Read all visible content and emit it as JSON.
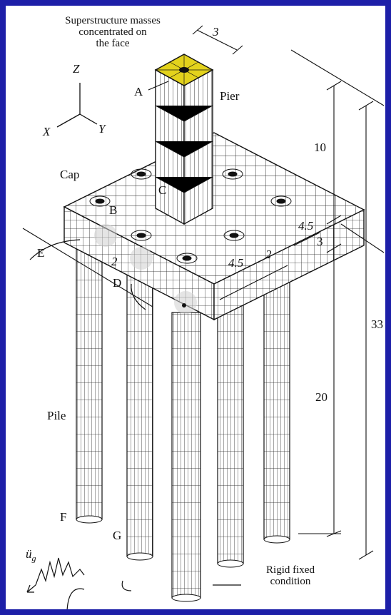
{
  "annotations": {
    "super_line1": "Superstructure masses",
    "super_line2": "concentrated on",
    "super_line3": "the face",
    "pier": "Pier",
    "cap": "Cap",
    "pile": "Pile",
    "rigid_line1": "Rigid fixed",
    "rigid_line2": "condition",
    "ground_motion_symbol": "ü",
    "ground_motion_subscript": "g"
  },
  "axes": {
    "z": "Z",
    "x": "X",
    "y": "Y"
  },
  "points": [
    "A",
    "B",
    "C",
    "D",
    "E",
    "F",
    "G"
  ],
  "dimensions": {
    "pier_width": "3",
    "pier_height": "10",
    "cap_thickness": "3",
    "pile_length": "20",
    "total_height": "33",
    "cap_edge": "4.5",
    "pile_spacing": "4.5",
    "pile_offset": "2",
    "cap_side_2": "2"
  },
  "colors": {
    "frame": "#1d1fa8",
    "face_highlight": "#e3d21c",
    "mesh": "#222222"
  }
}
